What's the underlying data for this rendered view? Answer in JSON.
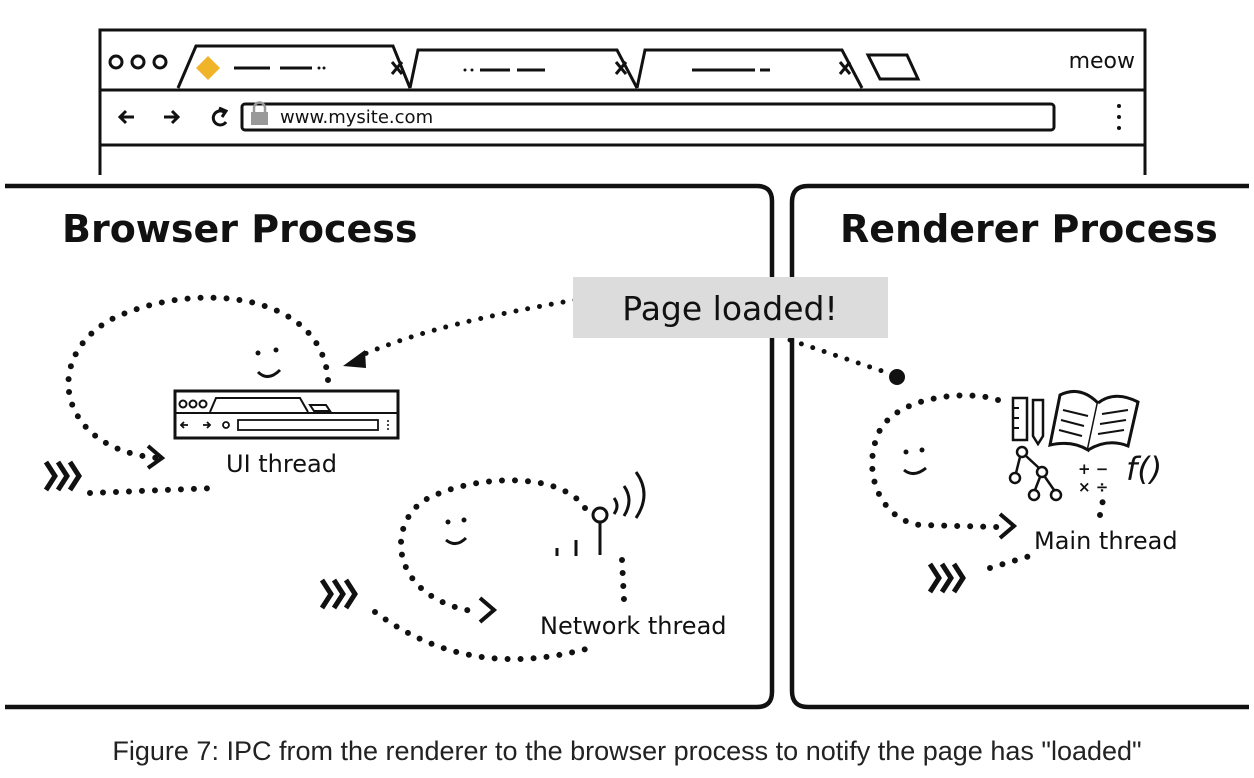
{
  "browser_window": {
    "window_label": "meow",
    "url": "www.mysite.com"
  },
  "panels": {
    "browser_process": {
      "title": "Browser Process",
      "threads": [
        "UI thread",
        "Network thread"
      ]
    },
    "renderer_process": {
      "title": "Renderer Process",
      "threads": [
        "Main thread"
      ]
    }
  },
  "message": "Page loaded!",
  "renderer_icons": {
    "math": [
      "+ −",
      "× ÷"
    ],
    "function": "f()"
  },
  "caption": "Figure 7: IPC from the renderer to the browser process to notify the page has \"loaded\""
}
